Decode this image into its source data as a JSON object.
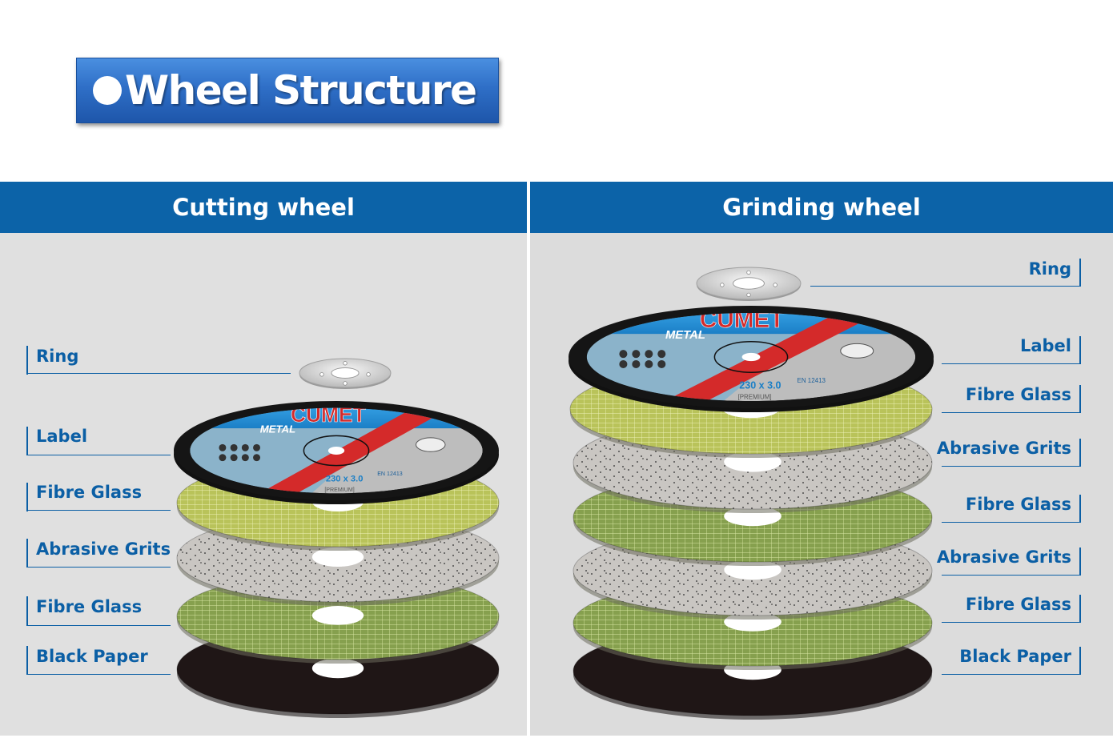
{
  "title": "Wheel Structure",
  "panels": {
    "cutting": {
      "header": "Cutting wheel",
      "labels": [
        "Ring",
        "Label",
        "Fibre Glass",
        "Abrasive Grits",
        "Fibre Glass",
        "Black Paper"
      ]
    },
    "grinding": {
      "header": "Grinding wheel",
      "labels": [
        "Ring",
        "Label",
        "Fibre Glass",
        "Abrasive Grits",
        "Fibre Glass",
        "Abrasive Grits",
        "Fibre Glass",
        "Black Paper"
      ]
    }
  },
  "wheel_label": {
    "brand": "CUMET",
    "product": "METAL",
    "size": "230 x 3.0",
    "standard": "EN 12413",
    "grade": "PREMIUM"
  },
  "colors": {
    "header": "#0c63a8",
    "label_text": "#0b5fa5",
    "fibre_glass_light": "#b9c35a",
    "fibre_glass_dark": "#86a04e",
    "abrasive": "#c9c6c2",
    "black_paper": "#1f1616",
    "label_blue": "#2f9de0",
    "label_red": "#d42a2a"
  }
}
